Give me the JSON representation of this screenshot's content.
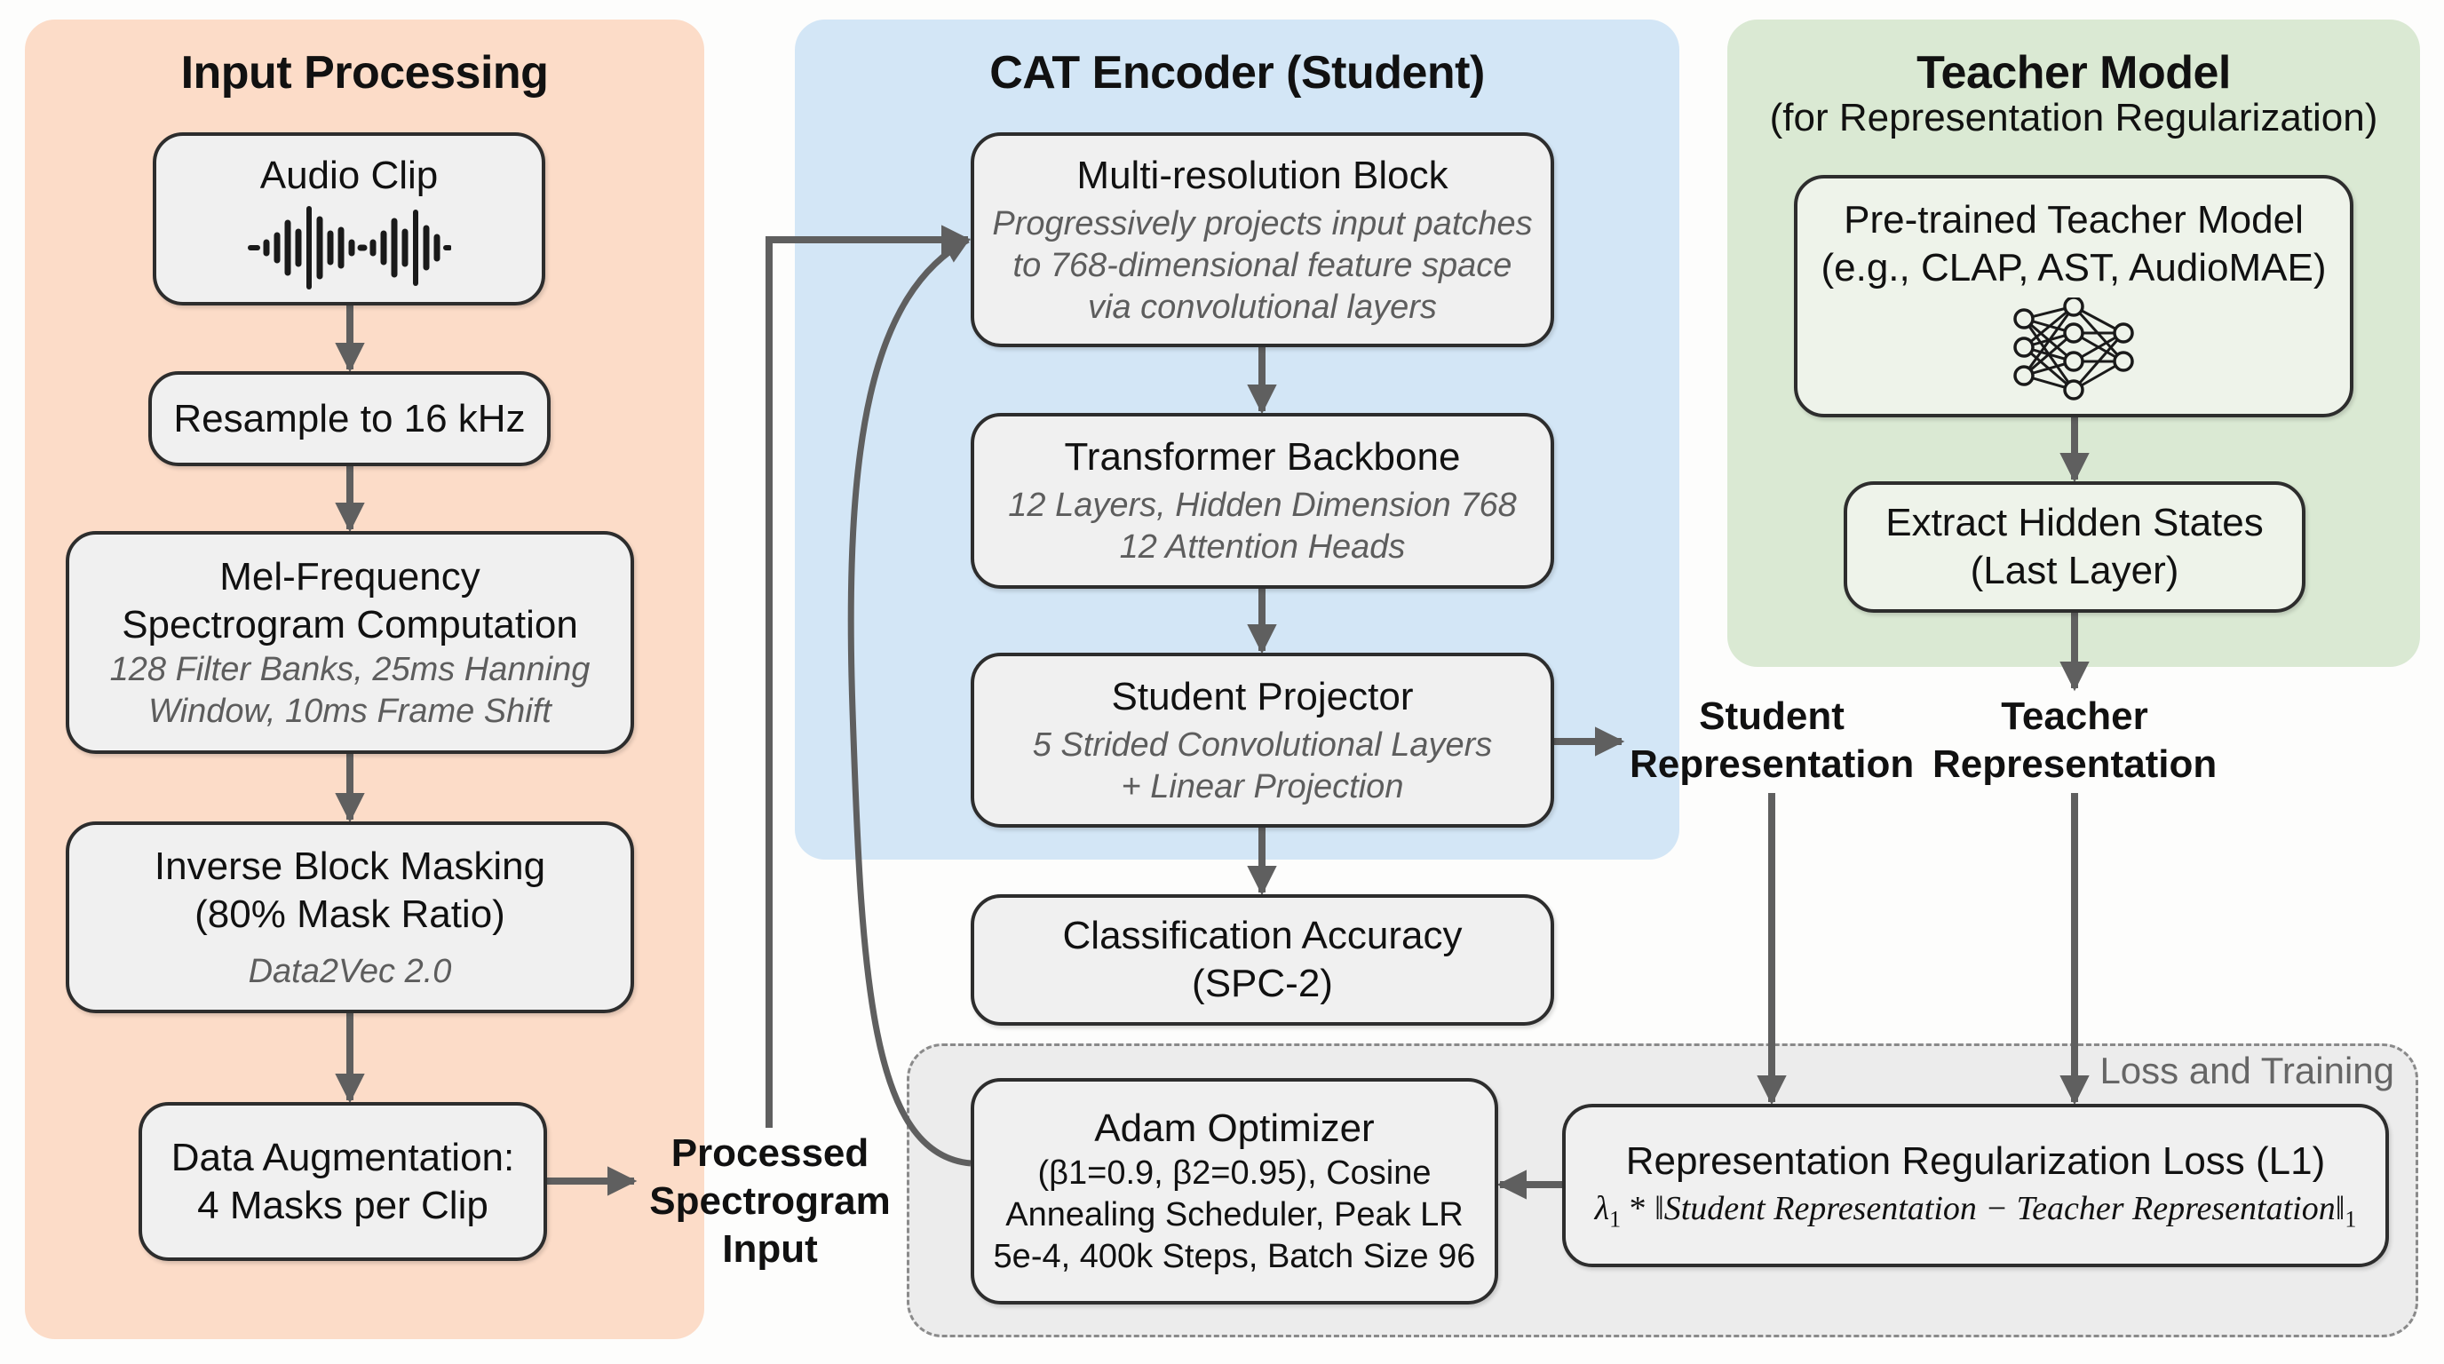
{
  "panels": {
    "input": {
      "title": "Input Processing"
    },
    "encoder": {
      "title": "CAT Encoder (Student)"
    },
    "teacher": {
      "title": "Teacher Model",
      "subtitle": "(for Representation Regularization)"
    },
    "loss": {
      "title": "Loss and Training"
    }
  },
  "input_steps": [
    {
      "title": "Audio Clip",
      "icon": "waveform-icon"
    },
    {
      "title": "Resample to 16 kHz"
    },
    {
      "title_lines": [
        "Mel-Frequency",
        "Spectrogram Computation"
      ],
      "detail_lines": [
        "128 Filter Banks, 25ms Hanning",
        "Window, 10ms Frame Shift"
      ]
    },
    {
      "title_lines": [
        "Inverse Block Masking",
        "(80% Mask Ratio)"
      ],
      "detail": "Data2Vec 2.0"
    },
    {
      "title_lines": [
        "Data Augmentation:",
        "4 Masks per Clip"
      ]
    }
  ],
  "processed_label": [
    "Processed",
    "Spectrogram",
    "Input"
  ],
  "encoder_blocks": [
    {
      "title": "Multi-resolution Block",
      "detail_lines": [
        "Progressively projects input patches",
        "to 768-dimensional feature space",
        "via convolutional layers"
      ]
    },
    {
      "title": "Transformer Backbone",
      "detail_lines": [
        "12 Layers, Hidden Dimension 768",
        "12 Attention Heads"
      ]
    },
    {
      "title": "Student Projector",
      "detail_lines": [
        "5 Strided Convolutional Layers",
        "+ Linear Projection"
      ]
    }
  ],
  "classification": {
    "title_lines": [
      "Classification Accuracy",
      "(SPC-2)"
    ]
  },
  "teacher_blocks": [
    {
      "title_lines": [
        "Pre-trained Teacher Model",
        "(e.g., CLAP, AST, AudioMAE)"
      ],
      "icon": "neural-network-icon"
    },
    {
      "title_lines": [
        "Extract Hidden States",
        "(Last Layer)"
      ]
    }
  ],
  "student_rep_label": [
    "Student",
    "Representation"
  ],
  "teacher_rep_label": [
    "Teacher",
    "Representation"
  ],
  "optimizer": {
    "title": "Adam Optimizer",
    "detail_lines": [
      "(β1=0.9, β2=0.95), Cosine",
      "Annealing Scheduler, Peak LR",
      "5e-4, 400k Steps, Batch Size 96"
    ]
  },
  "loss_box": {
    "title": "Representation Regularization Loss (L1)",
    "formula": {
      "lambda": "λ",
      "lambda_sub": "1",
      "op": " * ‖",
      "body": "Student Representation − Teacher Representation",
      "close": "‖",
      "norm_sub": "1"
    }
  },
  "colors": {
    "input_panel": "#fcdcc8",
    "encoder_panel": "#d3e6f6",
    "teacher_panel": "#dae9d3",
    "loss_panel": "#ececec",
    "arrow": "#5f5f5f"
  }
}
